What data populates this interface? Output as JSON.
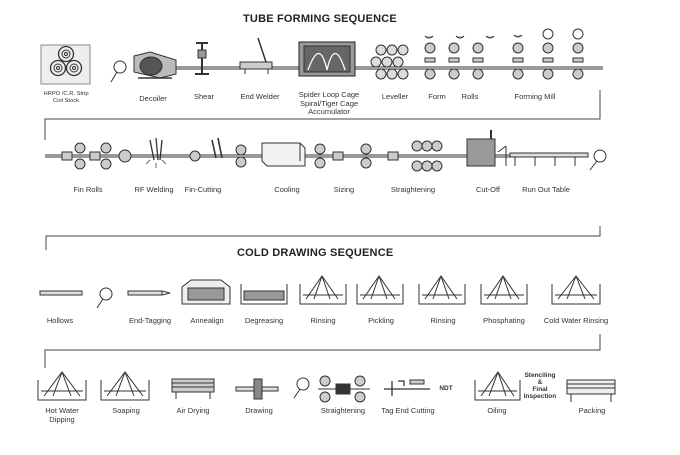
{
  "titles": {
    "tube_forming": "TUBE FORMING SEQUENCE",
    "cold_drawing": "COLD DRAWING SEQUENCE"
  },
  "labels": {
    "coil_stock": "HRPO /C.R. Strip\nCoil Stock",
    "decoiler": "Decoiler",
    "shear": "Shear",
    "end_welder": "End Welder",
    "accumulator": "Spider Loop Cage\nSpiral/Tiger Cage\nAccumulator",
    "leveller": "Leveller",
    "form": "Form",
    "rolls": "Rolls",
    "forming_mill": "Forming Mill",
    "fin_rolls": "Fin Rolls",
    "rf_welding": "RF Welding",
    "fin_cutting": "Fin-Cutting",
    "cooling": "Cooling",
    "sizing": "Sizing",
    "straightening_1": "Straightening",
    "cut_off": "Cut-Off",
    "run_out_table": "Run Out Table",
    "hollows": "Hollows",
    "end_tagging": "End-Tagging",
    "annealign": "Annealign",
    "degreasing": "Degreasing",
    "rinsing_1": "Rinsing",
    "pickling": "Pickling",
    "rinsing_2": "Rinsing",
    "phosphating": "Phosphating",
    "cold_water_rinsing": "Cold Water Rinsing",
    "hot_water_dipping": "Hot Water\nDipping",
    "soaping": "Soaping",
    "air_drying": "Air Drying",
    "drawing": "Drawing",
    "straightening_2": "Straightening",
    "tag_end_cutting": "Tag End Cutting",
    "ndt": "NDT",
    "oiling": "Oiling",
    "stenciling": "Stenciling\n&\nFinal\nInspection",
    "packing": "Packing"
  }
}
